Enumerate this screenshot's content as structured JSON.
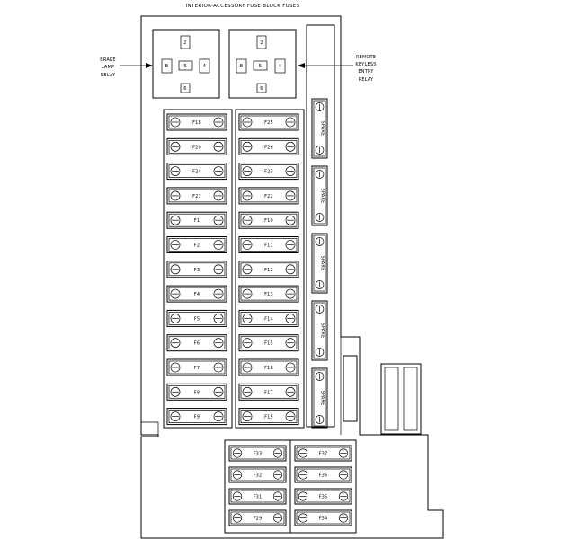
{
  "diagram": {
    "title": "INTERIOR-ACCESSORY FUSE BLOCK FUSES",
    "left_relay_label": [
      "BRAKE",
      "LAMP",
      "RELAY"
    ],
    "right_relay_label": [
      "REMOTE",
      "KEYLESS",
      "ENTRY",
      "RELAY"
    ],
    "relay_pins": [
      "2",
      "B",
      "5",
      "4",
      "6"
    ],
    "fuse_col1": [
      "F18",
      "F20",
      "F24",
      "F27",
      "F1",
      "F2",
      "F3",
      "F4",
      "F5",
      "F6",
      "F7",
      "F8",
      "F9"
    ],
    "fuse_col2": [
      "F25",
      "F26",
      "F23",
      "F22",
      "F10",
      "F11",
      "F12",
      "F13",
      "F14",
      "F15",
      "F16",
      "F17",
      "F15"
    ],
    "fuse_bottom_left": [
      "F33",
      "F32",
      "F31",
      "F29"
    ],
    "fuse_bottom_right": [
      "F37",
      "F36",
      "F35",
      "F34"
    ],
    "spare_label": "SPARE",
    "spare_count": 5
  }
}
